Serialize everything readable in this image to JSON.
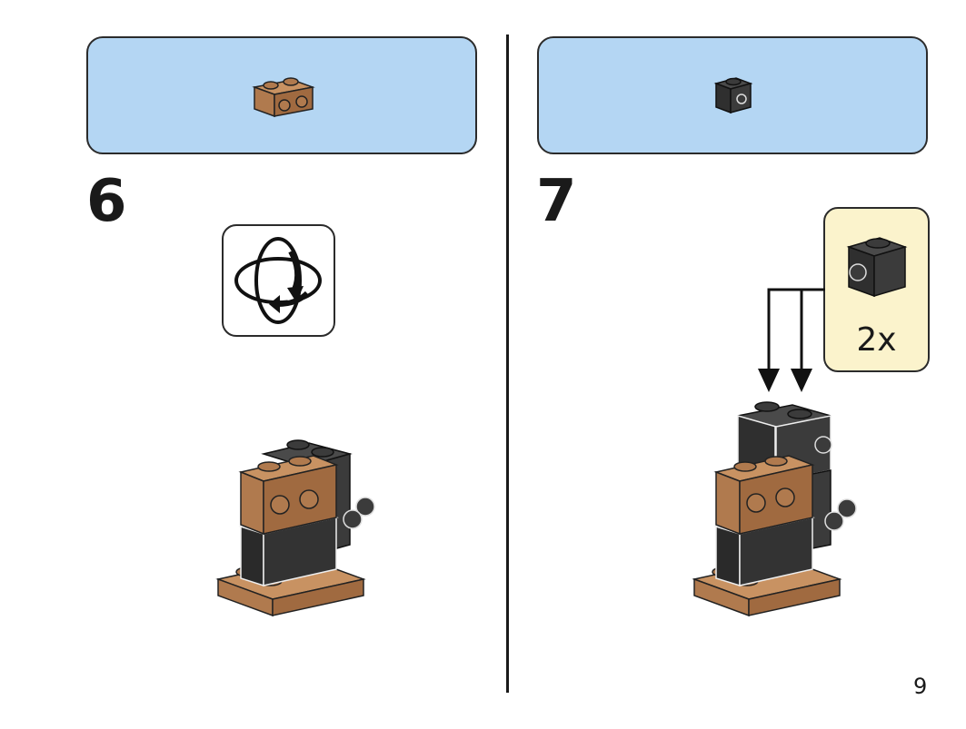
{
  "steps": [
    {
      "number": "6",
      "parts": [
        {
          "name": "brick-1x2-with-side-studs",
          "color": "#b07a4e"
        }
      ],
      "callout": "rotate-model"
    },
    {
      "number": "7",
      "parts": [
        {
          "name": "brick-1x1-with-side-stud",
          "color": "#333333"
        }
      ],
      "sub_assembly_qty": "2x"
    }
  ],
  "page_number": "9",
  "colors": {
    "parts_box": "#b4d6f3",
    "sub_box": "#fbf3cc",
    "brown": "#b07a4e",
    "dark": "#333333"
  }
}
